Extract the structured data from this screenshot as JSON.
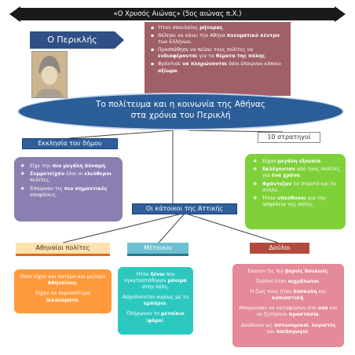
{
  "era": {
    "title": "«Ο Χρυσός Αιώνας» (5ος αιώνας π.Χ.)"
  },
  "pericles": {
    "label": "Ο Περικλής",
    "facts": [
      [
        "Ήταν σπουδαίος ",
        "ρήτορας",
        "."
      ],
      [
        "Θέλησε να κάνει την Αθήνα ",
        "πνευματικό κέντρο",
        " των Ελλήνων."
      ],
      [
        "Προσπάθησε να πείσει τους πολίτες να ",
        "ενδιαφέρονται",
        " για τα ",
        "θέματα της πόλης",
        "."
      ],
      [
        "Φρόντισε ",
        "να πληρώνονται",
        " όσοι έπαιρναν κάποιο ",
        "αξίωμα",
        "."
      ]
    ]
  },
  "main": {
    "title_line1": "Το πολίτευμα και η κοινωνία της Αθήνας",
    "title_line2": "στα χρόνια του Περικλή"
  },
  "ekklisia": {
    "label": "Εκκλησία του δήμου",
    "items": [
      [
        "Είχε την ",
        "πιο μεγάλη δύναμη",
        "."
      ],
      [
        "Συμμετείχαν",
        " όλοι οι ",
        "ελεύθεροι",
        " πολίτες."
      ],
      [
        "Έπαιρναν τις ",
        "πιο σημαντικές",
        " αποφάσεις."
      ]
    ]
  },
  "strategoi": {
    "label": "10 στρατηγοί",
    "items": [
      [
        "Είχαν ",
        "μεγάλη εξουσία",
        "."
      ],
      [
        "Εκλέγονταν",
        " από τους πολίτες για ",
        "ένα χρόνο",
        "."
      ],
      [
        "Φρόντιζαν",
        " το στρατό και το στόλο."
      ],
      [
        "Ήταν ",
        "υπεύθυνοι",
        " για την ασφάλεια της πόλης."
      ]
    ]
  },
  "katoikoi": {
    "label": "Οι κάτοικοι της Αττικής"
  },
  "athenians": {
    "label": "Αθηναίοι πολίτες",
    "paragraphs": [
      [
        "Όσοι είχαν και πατέρα και μητέρα ",
        "Αθηναίους",
        "."
      ],
      [
        "Είχαν τα περισσότερα ",
        "δικαιώματα",
        "."
      ]
    ]
  },
  "metics": {
    "label": "Μέτοικοι",
    "paragraphs": [
      [
        "Ήταν ",
        "ξένοι",
        " που εγκαταστάθηκαν ",
        "μόνιμα",
        " στην πόλη."
      ],
      [
        "Ασχολούνταν κυρίως με το ",
        "εμπόριο",
        "."
      ],
      [
        "Πλήρωναν το ",
        "μετοίκιο",
        " (",
        "φόρο",
        ")."
      ]
    ]
  },
  "slaves": {
    "label": "Δούλοι",
    "paragraphs": [
      [
        "Έκαναν τις πιο ",
        "βαριές δουλειές",
        "."
      ],
      [
        "Πολλοί ήταν ",
        "αιχμάλωτοι",
        "."
      ],
      [
        "Η ζωή τους ήταν ",
        "δύσκολη",
        " και ",
        "κοπιαστική",
        "."
      ],
      [
        "Μπορούσαν να καταφύγουν στο ",
        "ναό",
        " και να ζητήσουν ",
        "προστασία",
        "."
      ],
      [
        "Δούλευαν ως ",
        "αστυνομικοί",
        ", ",
        "λογιστές",
        " και ",
        "παιδαγωγοί",
        "."
      ]
    ]
  },
  "colors": {
    "ellipse": "#2b5d98",
    "pericles_box": "#a06068",
    "purple": "#8a7fb0",
    "green": "#7fd13a",
    "orange": "#ff9a3c",
    "teal": "#2cc8c0",
    "pink": "#e48a98"
  },
  "icons": {
    "portrait": "pericles-bust-portrait"
  }
}
